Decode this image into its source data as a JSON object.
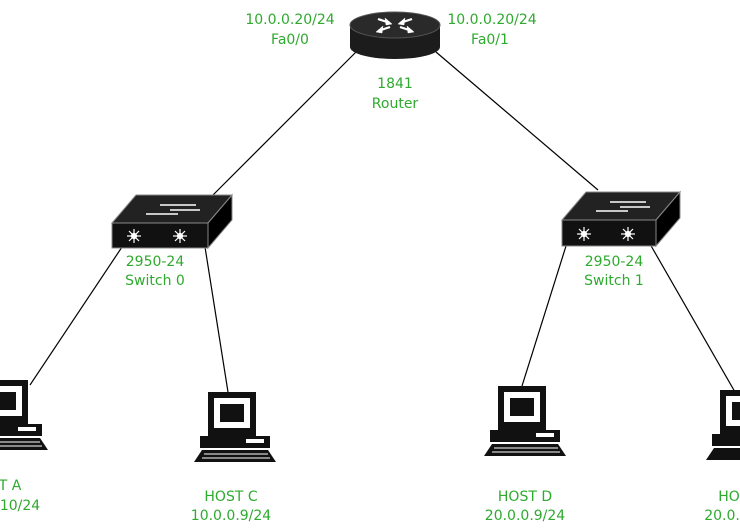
{
  "colors": {
    "label": "#2eaa2e",
    "device": "#111111",
    "link": "#000000"
  },
  "router": {
    "icon": "router-icon",
    "model": "1841",
    "name": "Router",
    "left_ip": "10.0.0.20/24",
    "left_port": "Fa0/0",
    "right_ip": "10.0.0.20/24",
    "right_port": "Fa0/1"
  },
  "switches": [
    {
      "icon": "switch-icon",
      "model": "2950-24",
      "name": "Switch 0"
    },
    {
      "icon": "switch-icon",
      "model": "2950-24",
      "name": "Switch 1"
    }
  ],
  "hosts": [
    {
      "icon": "computer-icon",
      "name": "T A",
      "ip": "10/24"
    },
    {
      "icon": "computer-icon",
      "name": "HOST C",
      "ip": "10.0.0.9/24"
    },
    {
      "icon": "computer-icon",
      "name": "HOST D",
      "ip": "20.0.0.9/24"
    },
    {
      "icon": "computer-icon",
      "name": "HO",
      "ip": "20.0."
    }
  ]
}
